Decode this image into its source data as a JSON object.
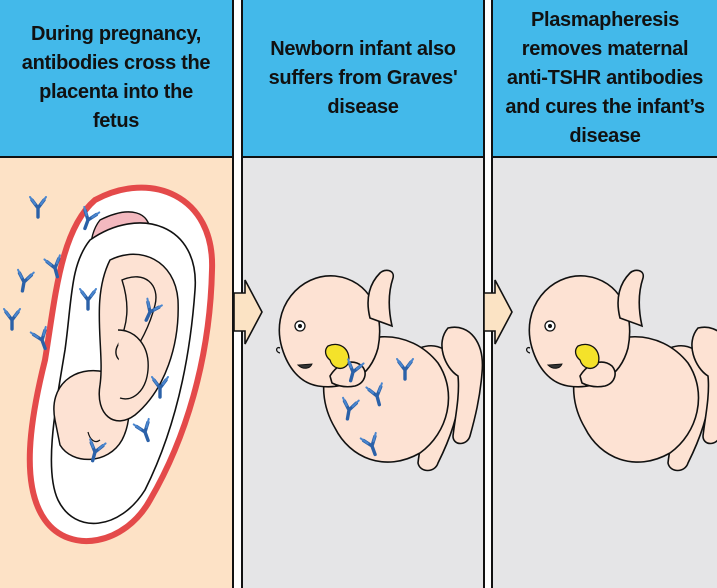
{
  "panels": [
    {
      "caption": "During pregnancy, antibodies cross the placenta into the fetus",
      "bg": "#fde2c6"
    },
    {
      "caption": "Newborn infant also suffers from Graves' disease",
      "bg": "#e5e5e7"
    },
    {
      "caption": "Plasmapheresis removes maternal anti-TSHR antibodies and cures the infant’s disease",
      "bg": "#e5e5e7"
    }
  ],
  "colors": {
    "header": "#43b9ea",
    "antibody": "#2b61a8",
    "skin": "#fde2d3",
    "uterus": "#e44a4a",
    "placenta": "#f3b9bf",
    "thyroid": "#f4e22a",
    "arrow": "#fbe3c4"
  },
  "icons": [
    "antibody-icon",
    "arrow-right-icon",
    "thyroid-icon"
  ]
}
